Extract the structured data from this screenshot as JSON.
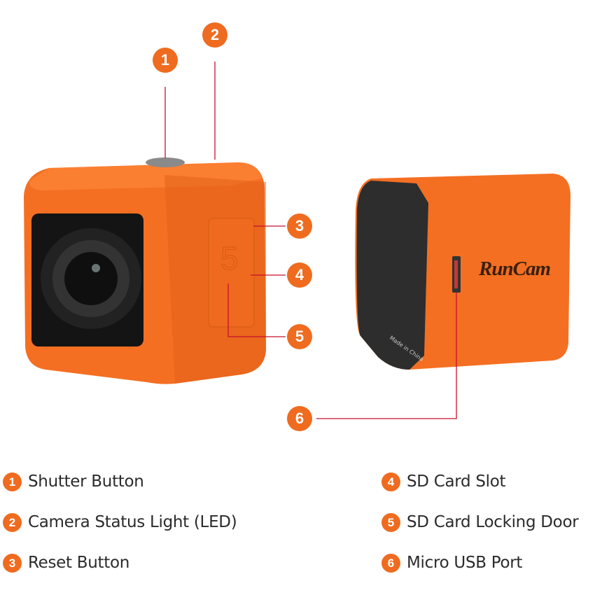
{
  "colors": {
    "accent": "#ef6b1f",
    "body": "#f46f22",
    "text": "#2b2b2b",
    "leader": "#c8102e"
  },
  "callouts": [
    "1",
    "2",
    "3",
    "4",
    "5",
    "6"
  ],
  "product": {
    "brand": "RunCam",
    "back_label": "Made in China"
  },
  "legend": [
    {
      "num": "1",
      "label": "Shutter Button"
    },
    {
      "num": "2",
      "label": "Camera Status Light (LED)"
    },
    {
      "num": "3",
      "label": "Reset Button"
    },
    {
      "num": "4",
      "label": "SD Card Slot"
    },
    {
      "num": "5",
      "label": "SD Card Locking Door"
    },
    {
      "num": "6",
      "label": "Micro USB Port"
    }
  ]
}
